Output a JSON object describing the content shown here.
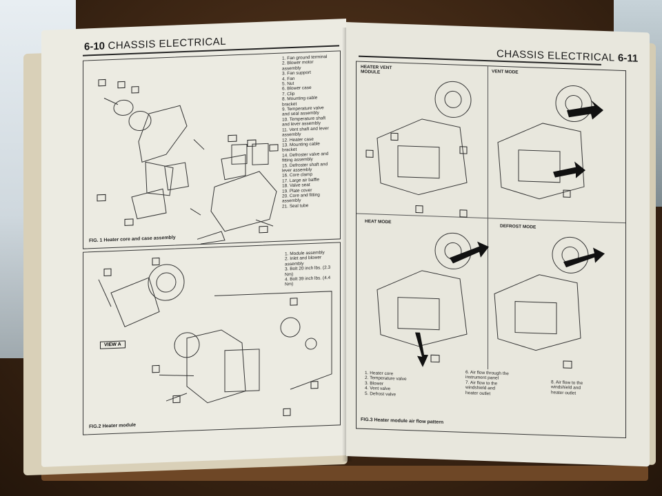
{
  "left_page": {
    "page_number": "6-10",
    "section_title": "CHASSIS ELECTRICAL",
    "fig1": {
      "caption": "FIG. 1 Heater core and case assembly",
      "parts": [
        "1. Fan ground terminal",
        "2. Blower motor",
        "   assembly",
        "3. Fan support",
        "4. Fan",
        "5. Nut",
        "6. Blower case",
        "7. Clip",
        "8. Mounting cable",
        "   bracket",
        "9. Temperature valve",
        "   and seal assembly",
        "10. Temperature shaft",
        "   and lever assembly",
        "11. Vent shaft and lever",
        "   assembly",
        "12. Heater case",
        "13. Mounting cable",
        "   bracket",
        "14. Defroster valve and",
        "   fitting assembly",
        "15. Defroster shaft and",
        "   lever assembly",
        "16. Core clamp",
        "17. Large air baffle",
        "18. Valve seat",
        "19. Plate cover",
        "20. Core and fitting",
        "   assembly",
        "21. Seal tube"
      ]
    },
    "fig2": {
      "caption": "FIG.2 Heater module",
      "view_label": "VIEW A",
      "parts": [
        "1. Module assembly",
        "2. Inlet and blower",
        "   assembly",
        "3. Bolt 20 inch lbs. (2.3",
        "   Nm)",
        "4. Bolt 39 inch lbs. (4.4",
        "   Nm)"
      ]
    }
  },
  "right_page": {
    "page_number": "6-11",
    "section_title": "CHASSIS ELECTRICAL",
    "fig3": {
      "caption": "FIG.3 Heater module air flow pattern",
      "panels": [
        "HEATER VENT MODULE",
        "VENT MODE",
        "HEAT MODE",
        "DEFROST MODE"
      ],
      "legend_col1": [
        "1. Heater core",
        "2. Temperature valve",
        "3. Blower",
        "4. Vent valve",
        "5. Defrost valve"
      ],
      "legend_col2": [
        "6. Air flow through the",
        "   instrument panel",
        "7. Air flow to the",
        "   windshield and",
        "   heater outlet"
      ],
      "legend_col3": [
        "8. Air flow to the",
        "   windshield and",
        "   heater outlet"
      ]
    }
  }
}
